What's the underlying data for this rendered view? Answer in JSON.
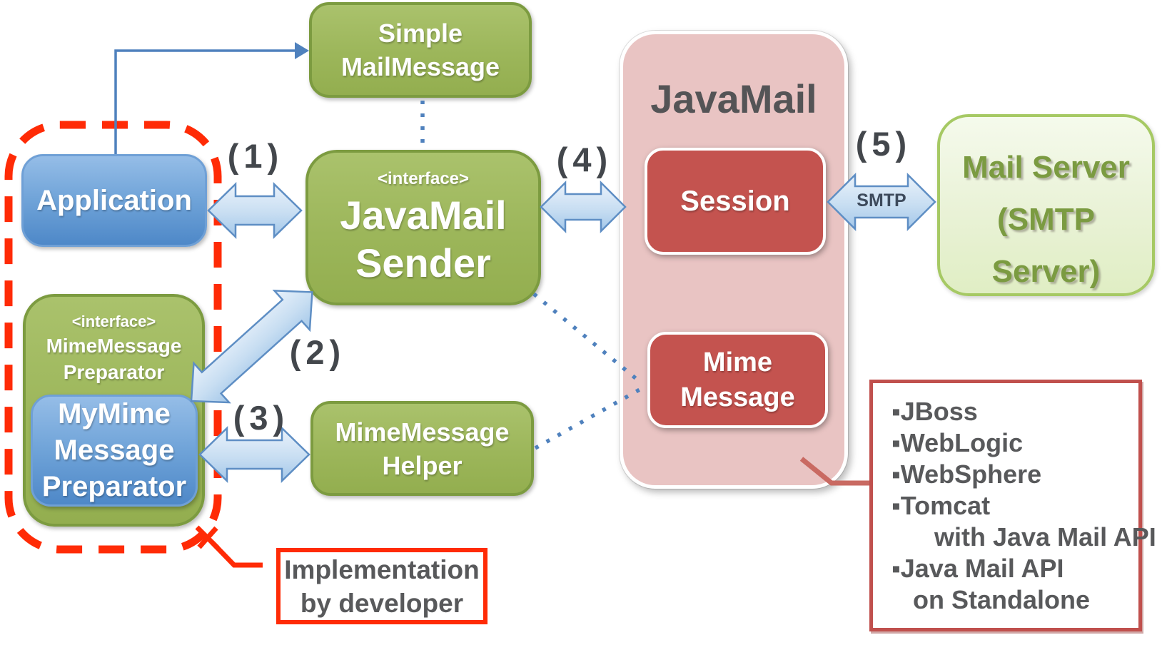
{
  "boxes": {
    "simple_mail_message": {
      "line1": "Simple",
      "line2": "MailMessage"
    },
    "application": {
      "label": "Application"
    },
    "javamail_sender": {
      "stereotype": "<interface>",
      "line1": "JavaMail",
      "line2": "Sender"
    },
    "mime_message_preparator": {
      "stereotype": "<interface>",
      "line1": "MimeMessage",
      "line2": "Preparator"
    },
    "my_mime_message_preparator": {
      "line1": "MyMime",
      "line2": "Message",
      "line3": "Preparator"
    },
    "mime_message_helper": {
      "line1": "MimeMessage",
      "line2": "Helper"
    },
    "javamail_container": {
      "title": "JavaMail"
    },
    "session": {
      "label": "Session"
    },
    "mime_message": {
      "line1": "Mime",
      "line2": "Message"
    },
    "mail_server": {
      "line1": "Mail Server",
      "line2": "(SMTP Server)"
    }
  },
  "arrow_labels": {
    "step1": "(1)",
    "step2": "(2)",
    "step3": "(3)",
    "step4": "(4)",
    "step5": "(5)",
    "smtp": "SMTP"
  },
  "notes": {
    "implementation": {
      "line1": "Implementation",
      "line2": "by developer"
    },
    "infrastructure": {
      "items": [
        "▪JBoss",
        "▪WebLogic",
        "▪WebSphere",
        "▪Tomcat",
        "      with Java Mail API",
        "▪Java Mail API",
        "   on Standalone"
      ]
    }
  },
  "colors": {
    "box_green": "#9CB65A",
    "box_green_border": "#7C9B40",
    "box_blue_top": "#95BDE7",
    "box_blue_bottom": "#4E88C8",
    "box_red": "#C4534F",
    "container_pink": "#E9C4C3",
    "mail_server_fill": "#EDF5DA",
    "mail_server_border": "#A6C964",
    "mail_server_text": "#7B9B41",
    "arrow_fill": "#C8DEF2",
    "arrow_border": "#5E8EC4",
    "connector_blue": "#4F81BD",
    "dashed_red": "#FF2B06",
    "note_border_red": "#C0504D",
    "label_gray": "#43474C",
    "callout_salmon": "#C96A62"
  }
}
